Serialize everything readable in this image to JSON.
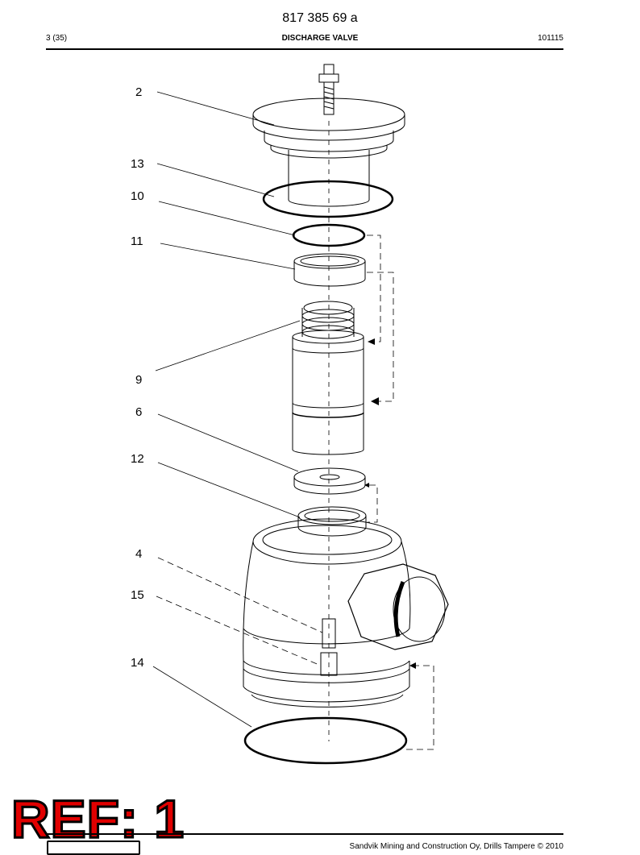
{
  "header": {
    "doc_number": "817 385 69 a",
    "page": "3 (35)",
    "title": "DISCHARGE VALVE",
    "date": "101115"
  },
  "callouts": {
    "c2": "2",
    "c13": "13",
    "c10": "10",
    "c11": "11",
    "c9": "9",
    "c6": "6",
    "c12": "12",
    "c4": "4",
    "c15": "15",
    "c14": "14"
  },
  "stamp": {
    "text": "REF: 1"
  },
  "footer": {
    "copyright": "Sandvik Mining and Construction Oy, Drills Tampere © 2010"
  }
}
